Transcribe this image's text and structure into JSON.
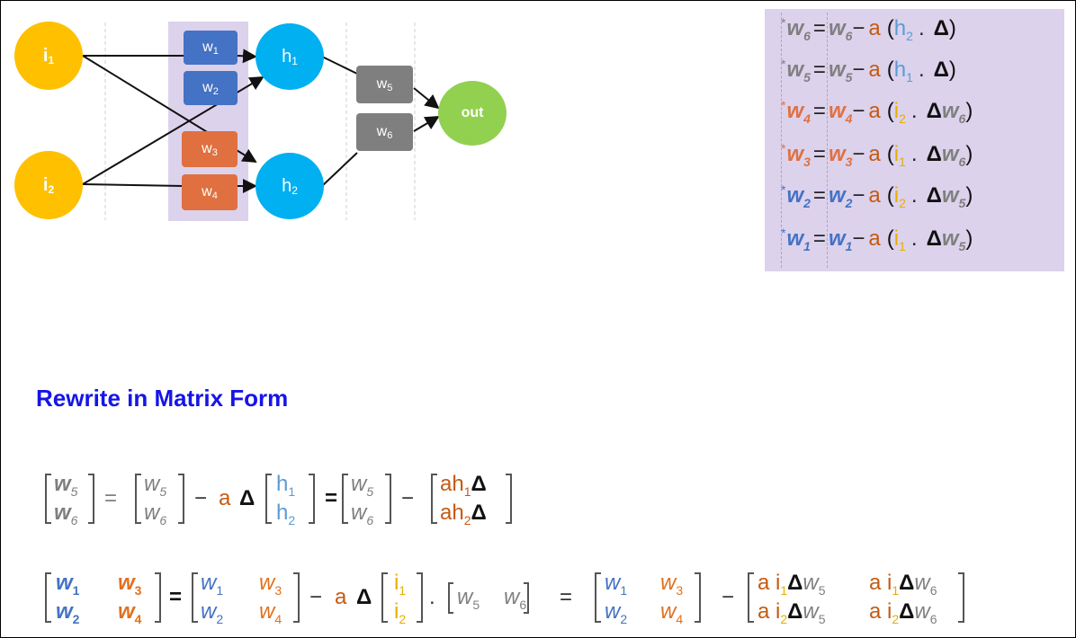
{
  "network": {
    "inputs": [
      {
        "label": "i",
        "sub": "1"
      },
      {
        "label": "i",
        "sub": "2"
      }
    ],
    "weights_layer1": [
      {
        "label": "w",
        "sub": "1"
      },
      {
        "label": "w",
        "sub": "2"
      },
      {
        "label": "w",
        "sub": "3"
      },
      {
        "label": "w",
        "sub": "4"
      }
    ],
    "hidden": [
      {
        "label": "h",
        "sub": "1"
      },
      {
        "label": "h",
        "sub": "2"
      }
    ],
    "weights_layer2": [
      {
        "label": "w",
        "sub": "5"
      },
      {
        "label": "w",
        "sub": "6"
      }
    ],
    "output": {
      "label": "out"
    },
    "colors": {
      "input": "#ffc000",
      "hidden": "#00b0f0",
      "output": "#92d050",
      "w12": "#4472c4",
      "w34": "#e07040",
      "w56": "#7f7f7f",
      "panel": "#dcd2ec"
    }
  },
  "update_equations": [
    {
      "star": "*",
      "w": "w",
      "wsub": "6",
      "eq": "=",
      "minus": "−",
      "lr": "a",
      "open": "(",
      "term": "h",
      "termsub": "2",
      "dot": ".",
      "delta": "Δ",
      "dw": "",
      "dwsub": "",
      "close": ")"
    },
    {
      "star": "*",
      "w": "w",
      "wsub": "5",
      "eq": "=",
      "minus": "−",
      "lr": "a",
      "open": "(",
      "term": "h",
      "termsub": "1",
      "dot": ".",
      "delta": "Δ",
      "dw": "",
      "dwsub": "",
      "close": ")"
    },
    {
      "star": "*",
      "w": "w",
      "wsub": "4",
      "eq": "=",
      "minus": "−",
      "lr": "a",
      "open": "(",
      "term": "i",
      "termsub": "2",
      "dot": ".",
      "delta": "Δ",
      "dw": "w",
      "dwsub": "6",
      "close": ")"
    },
    {
      "star": "*",
      "w": "w",
      "wsub": "3",
      "eq": "=",
      "minus": "−",
      "lr": "a",
      "open": "(",
      "term": "i",
      "termsub": "1",
      "dot": ".",
      "delta": "Δ",
      "dw": "w",
      "dwsub": "6",
      "close": ")"
    },
    {
      "star": "*",
      "w": "w",
      "wsub": "2",
      "eq": "=",
      "minus": "−",
      "lr": "a",
      "open": "(",
      "term": "i",
      "termsub": "2",
      "dot": ".",
      "delta": "Δ",
      "dw": "w",
      "dwsub": "5",
      "close": ")"
    },
    {
      "star": "*",
      "w": "w",
      "wsub": "1",
      "eq": "=",
      "minus": "−",
      "lr": "a",
      "open": "(",
      "term": "i",
      "termsub": "1",
      "dot": ".",
      "delta": "Δ",
      "dw": "w",
      "dwsub": "5",
      "close": ")"
    }
  ],
  "section_title": "Rewrite in Matrix Form",
  "matrix_eq1": {
    "w": "w",
    "s5": "5",
    "s6": "6",
    "eq": "=",
    "minus": "−",
    "lr": "a",
    "delta": "Δ",
    "h": "h",
    "h1": "1",
    "h2": "2",
    "ah": "ah",
    "eqb": "="
  },
  "matrix_eq2": {
    "w": "w",
    "s1": "1",
    "s2": "2",
    "s3": "3",
    "s4": "4",
    "s5": "5",
    "s6": "6",
    "eq": "=",
    "eqb": "=",
    "minus": "−",
    "lr": "a",
    "delta": "Δ",
    "i": "i",
    "i1": "1",
    "i2": "2",
    "dot": ".",
    "a_i": "a i"
  }
}
